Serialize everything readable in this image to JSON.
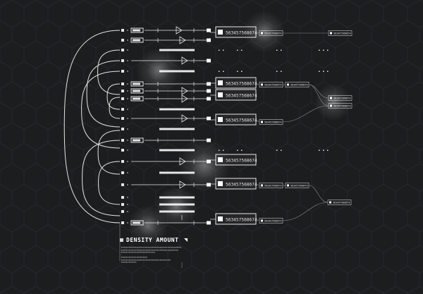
{
  "colors": {
    "background": "#1c1d1f",
    "line": "#e6e6e6",
    "dim": "#8a8a8a",
    "box_fill": "#ffffff"
  },
  "main_label": "563457568674",
  "small_label": "563457568674",
  "caption": {
    "title": "DENSITY AMOUNT"
  }
}
